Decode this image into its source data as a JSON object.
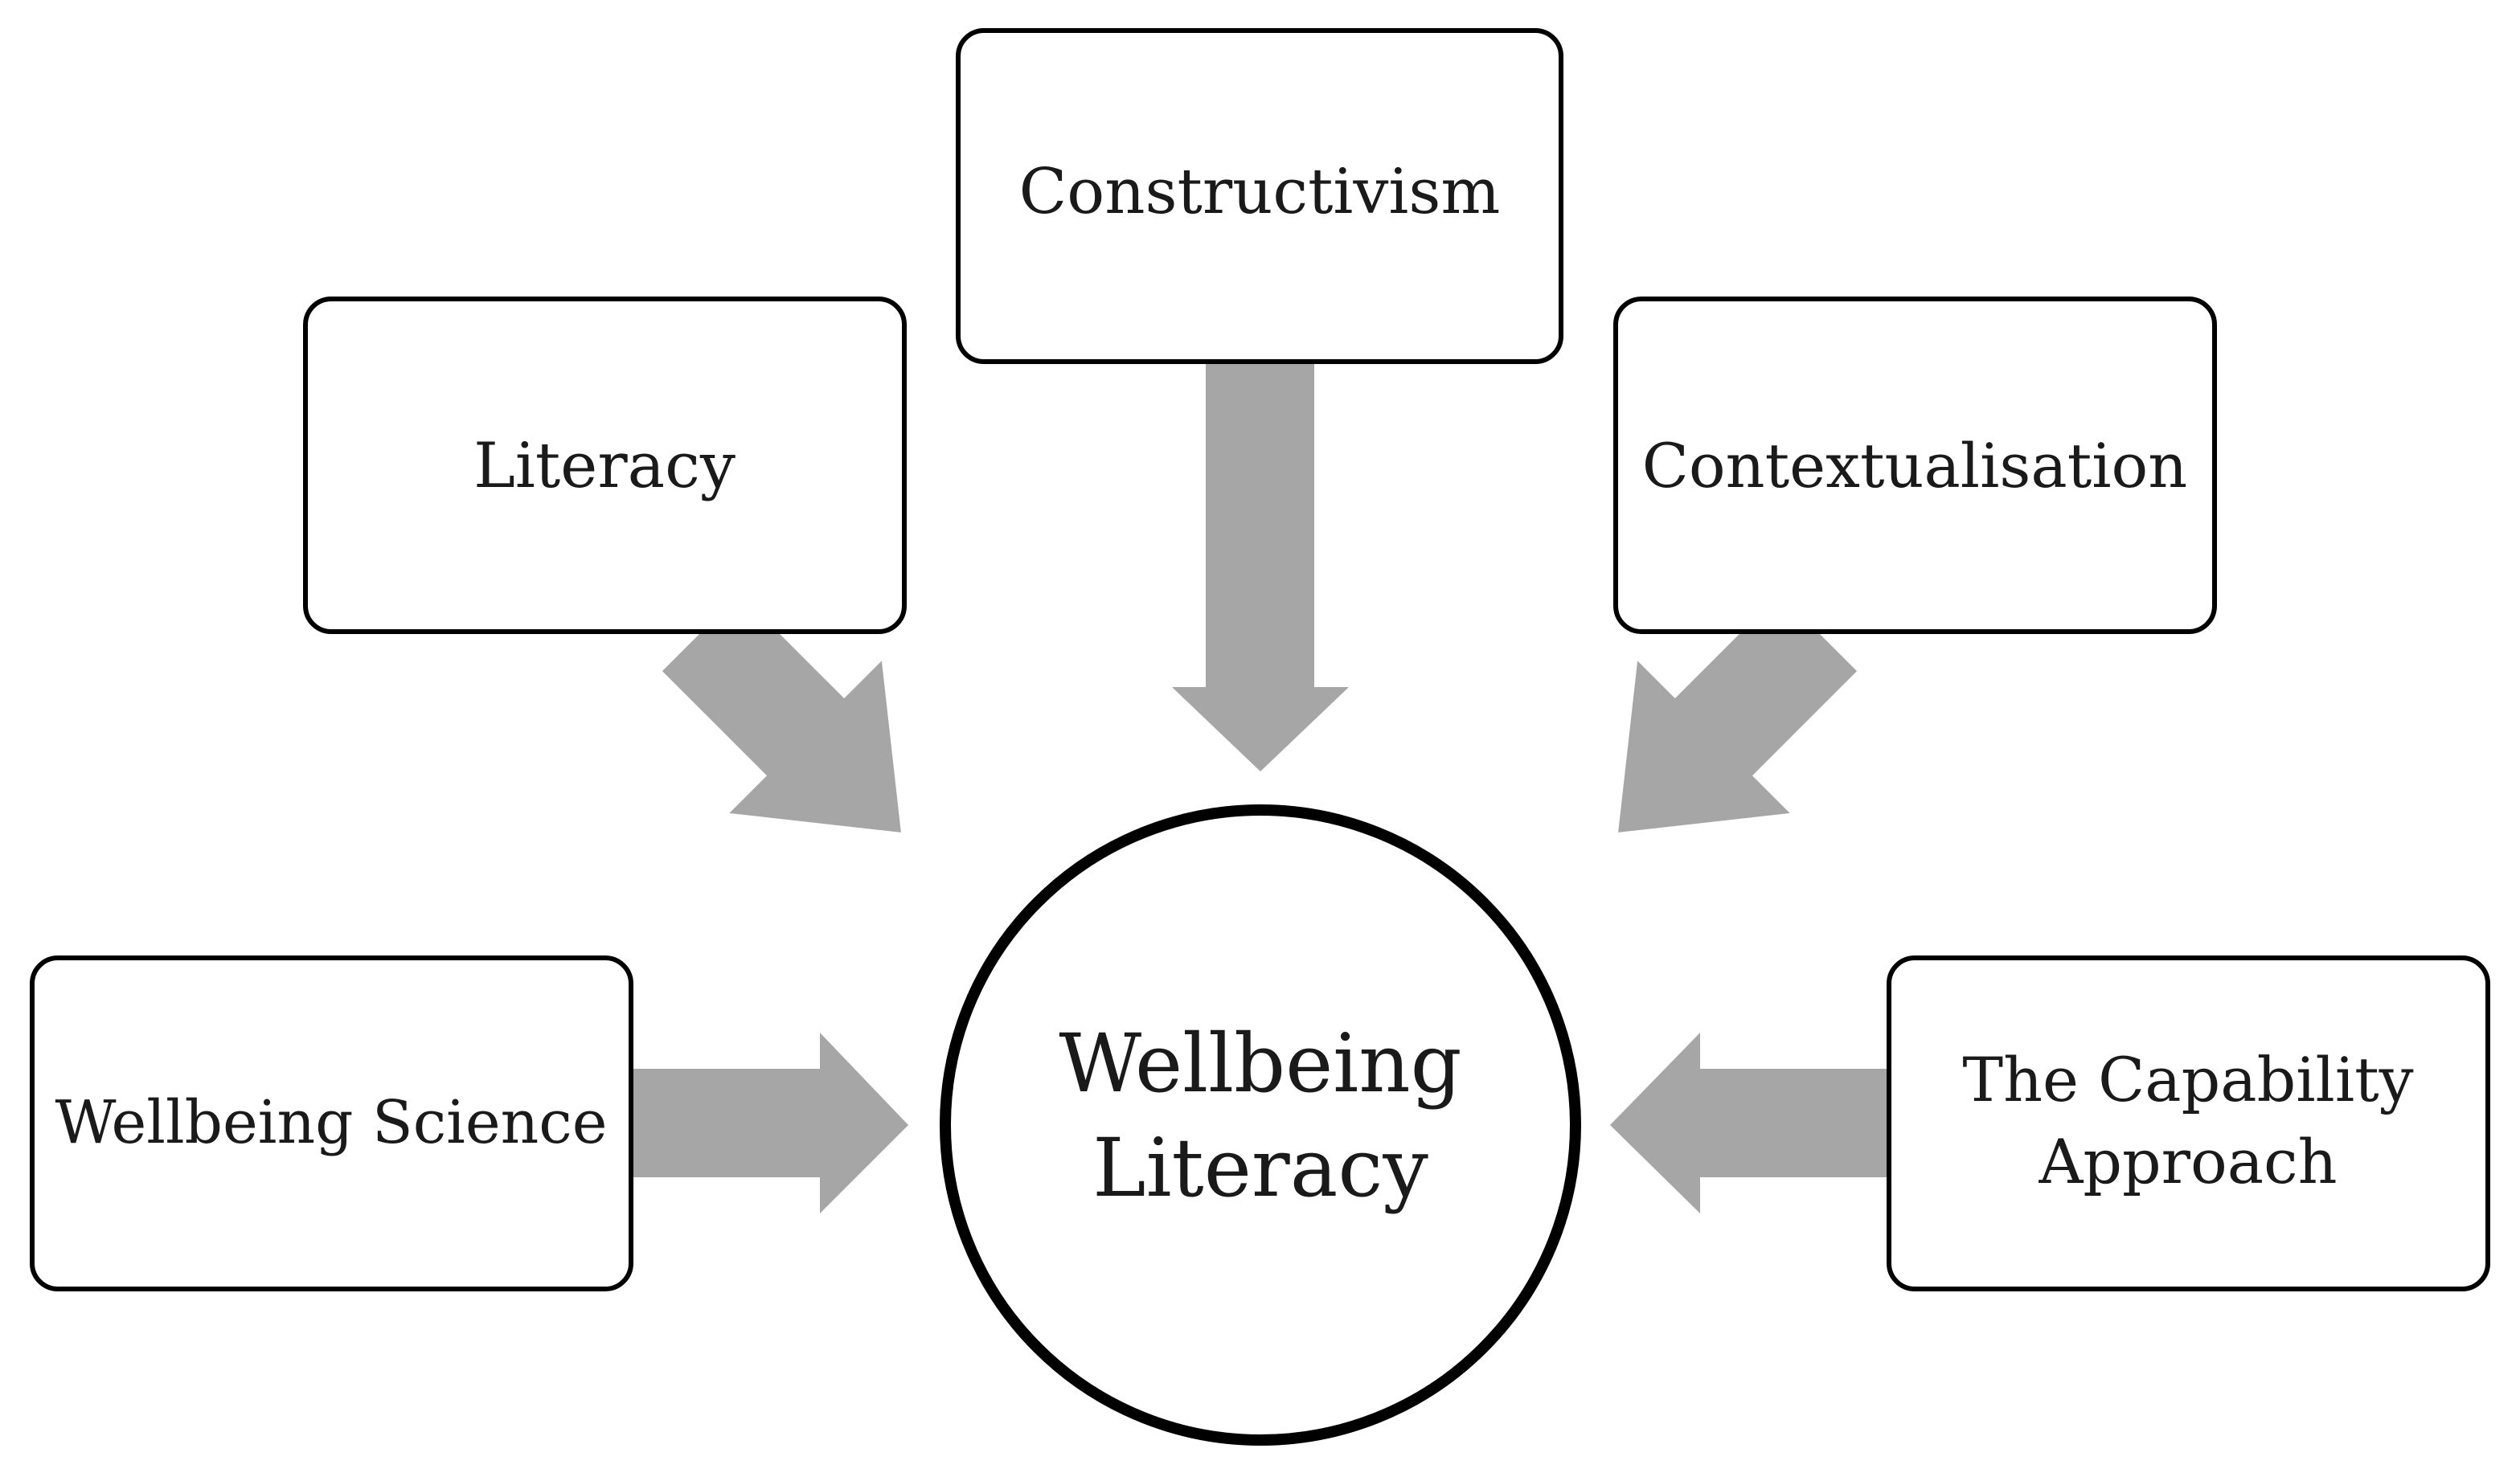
{
  "center": {
    "line1": "Wellbeing",
    "line2": "Literacy"
  },
  "nodes": {
    "constructivism": "Constructivism",
    "literacy": "Literacy",
    "contextualisation": "Contextualisation",
    "wellbeing_science": "Wellbeing Science",
    "capability_line1": "The Capability",
    "capability_line2": "Approach"
  },
  "colors": {
    "arrow": "#a6a6a6",
    "border": "#000000",
    "text": "#1a1a1a",
    "background": "#ffffff"
  }
}
